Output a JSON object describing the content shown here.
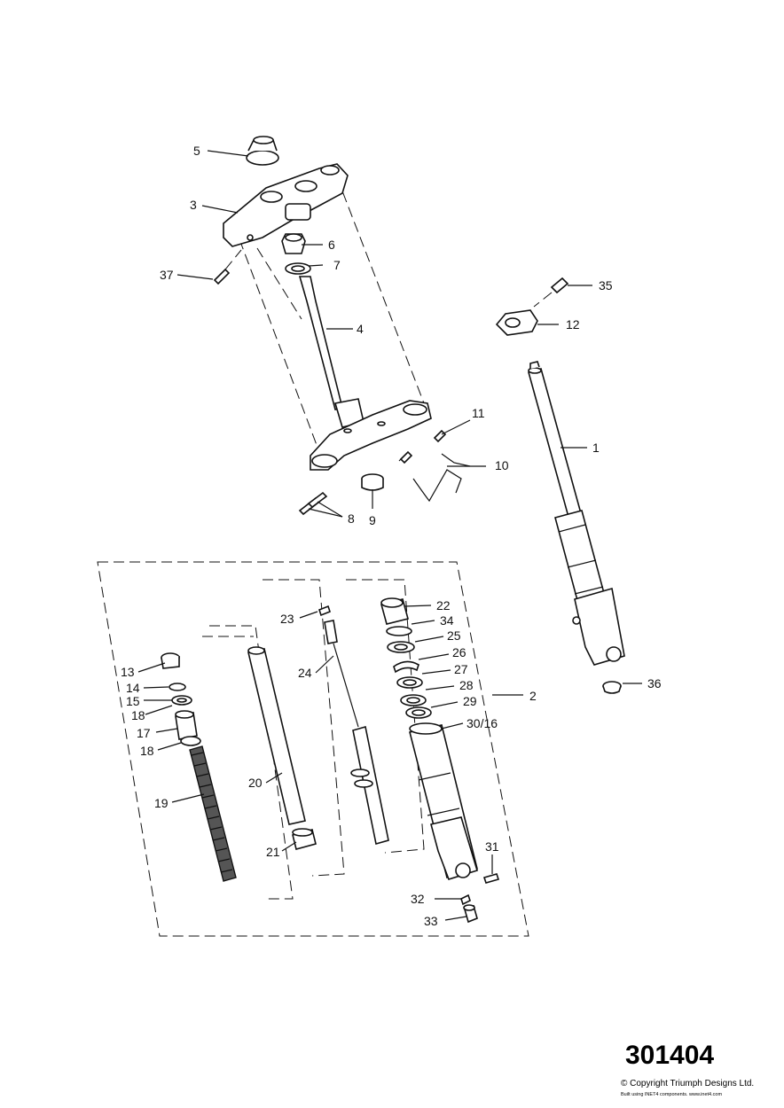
{
  "callouts": {
    "c1": "1",
    "c2": "2",
    "c3": "3",
    "c4": "4",
    "c5": "5",
    "c6": "6",
    "c7": "7",
    "c8": "8",
    "c9": "9",
    "c10": "10",
    "c11": "11",
    "c12": "12",
    "c13": "13",
    "c14": "14",
    "c15": "15",
    "c17": "17",
    "c18a": "18",
    "c18b": "18",
    "c19": "19",
    "c20": "20",
    "c21": "21",
    "c22": "22",
    "c23": "23",
    "c24": "24",
    "c25": "25",
    "c26": "26",
    "c27": "27",
    "c28": "28",
    "c29": "29",
    "c30": "30/16",
    "c31": "31",
    "c32": "32",
    "c33": "33",
    "c34": "34",
    "c35": "35",
    "c36": "36",
    "c37": "37"
  },
  "footer": {
    "ref_number": "301404",
    "copyright": "© Copyright Triumph Designs Ltd.",
    "built_note": "Built using INET4 components. www.inet4.com"
  }
}
